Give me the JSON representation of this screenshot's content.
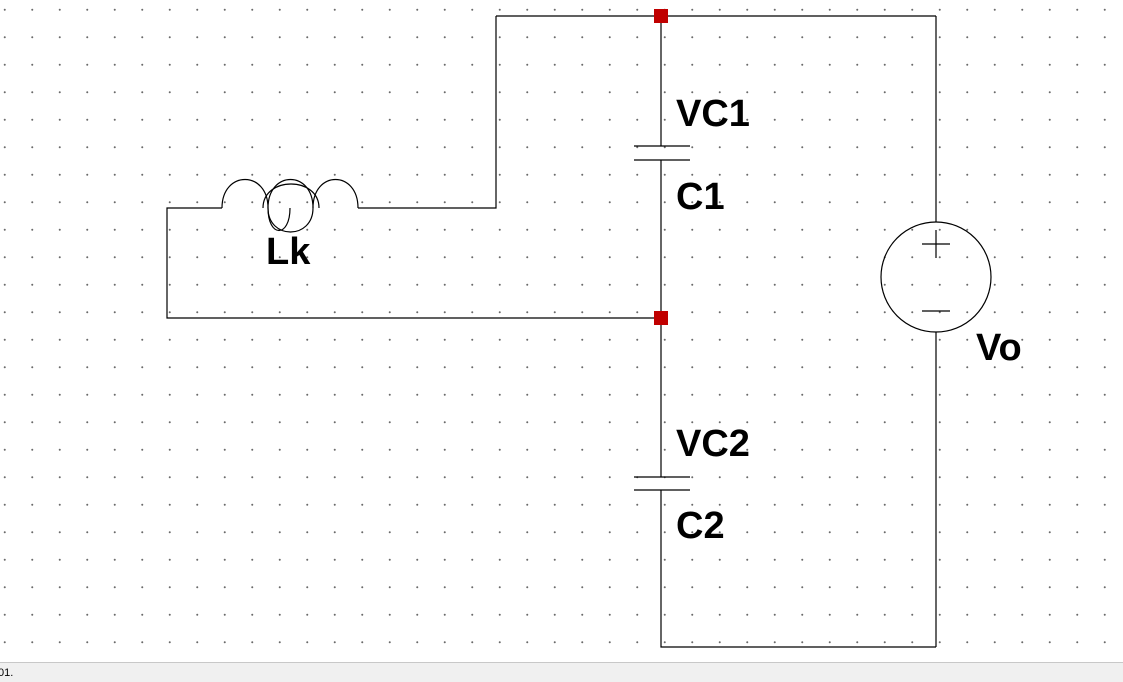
{
  "schematic": {
    "components": {
      "inductor": {
        "label": "Lk"
      },
      "capacitor_top": {
        "voltage_label": "VC1",
        "name_label": "C1"
      },
      "capacitor_bottom": {
        "voltage_label": "VC2",
        "name_label": "C2"
      },
      "voltage_source": {
        "label": "Vo"
      }
    },
    "colors": {
      "junction": "#c00000",
      "wire": "#000000",
      "grid_dot": "#6a6a6a"
    }
  },
  "status_bar": {
    "text": "01."
  }
}
